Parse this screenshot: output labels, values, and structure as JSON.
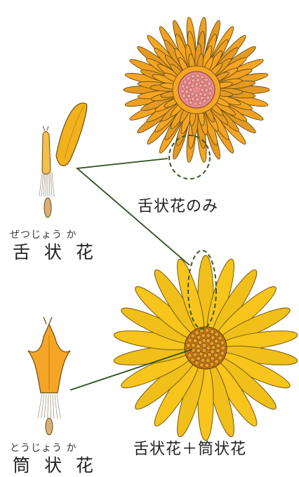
{
  "labels": {
    "ray_only_caption": "舌状花のみ",
    "ray_plus_disc_caption": "舌状花＋筒状花",
    "ray_floret_term": "舌 状 花",
    "ray_floret_ruby": "ぜつじょう か",
    "disc_floret_term": "筒 状 花",
    "disc_floret_ruby": "とうじょう か"
  },
  "colors": {
    "double_flower_petal": "#f5a623",
    "double_flower_center": "#e98a8a",
    "single_flower_petal": "#f7c51b",
    "single_flower_center": "#c8780f",
    "ray_floret": "#f2b21d",
    "disc_floret": "#f5a627",
    "connector_line": "#2f4f1c",
    "highlight_dash": "#3c5a1e"
  }
}
